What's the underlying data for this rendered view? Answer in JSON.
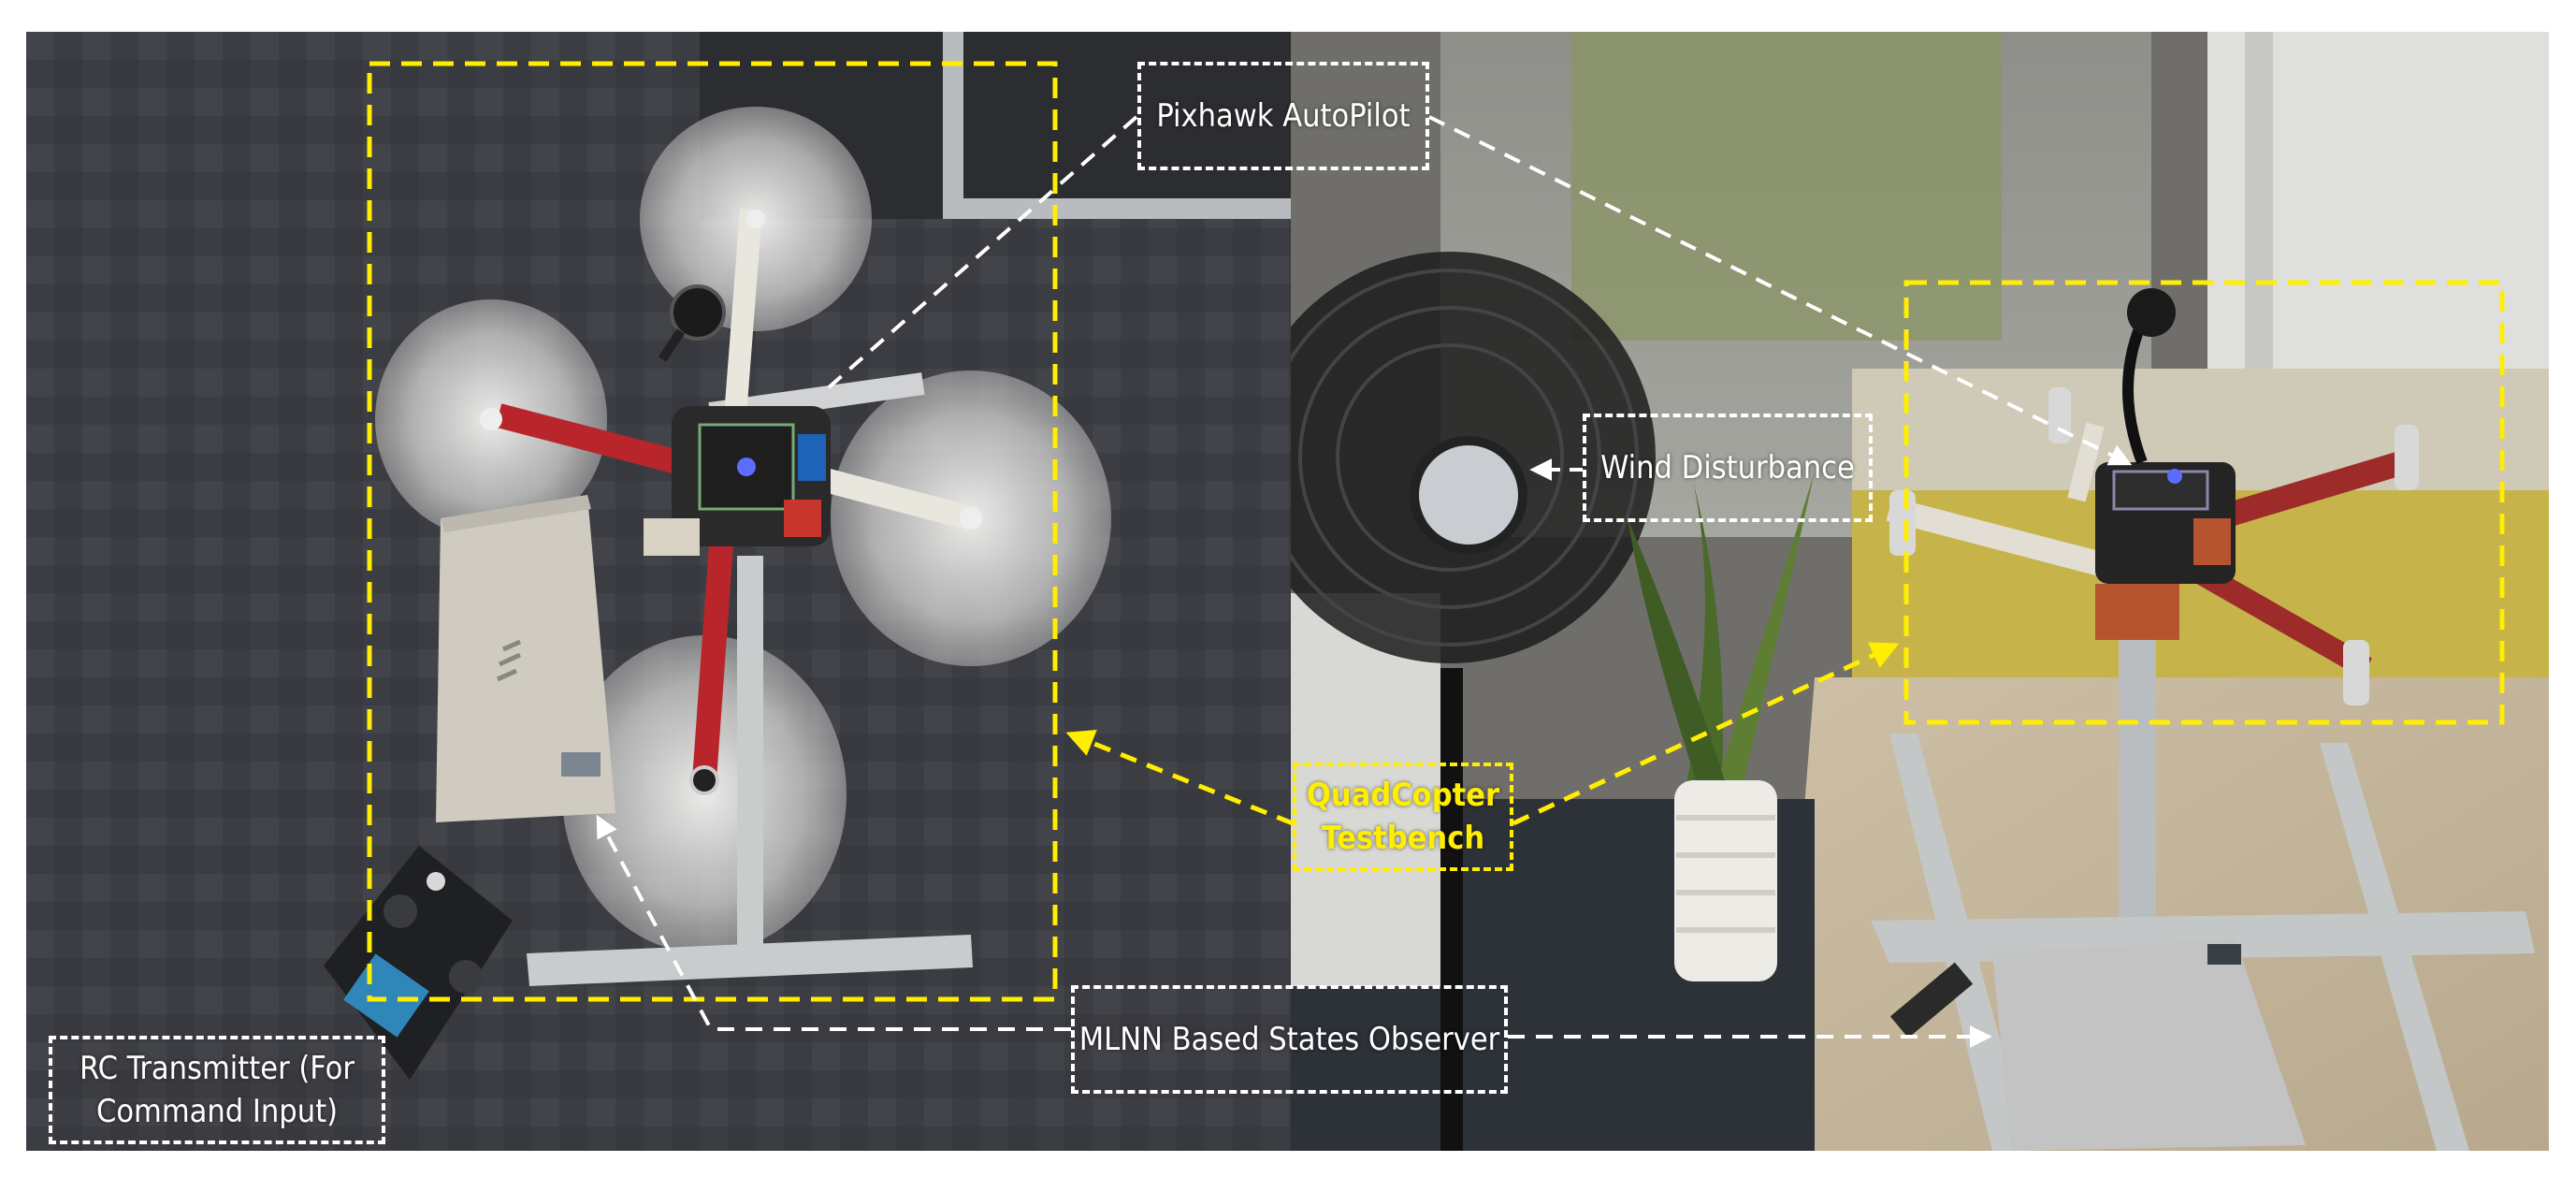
{
  "colors": {
    "annotation_yellow": "#ffee00",
    "annotation_white": "#ffffff",
    "carpet": "#3e3f44",
    "frame_red": "#b8262c",
    "aluminum": "#c9cccd",
    "laptop": "#cfcbc0"
  },
  "labels": {
    "pixhawk": "Pixhawk AutoPilot",
    "wind": "Wind Disturbance",
    "quadcopter_line1": "QuadCopter",
    "quadcopter_line2": "Testbench",
    "mlnn": "MLNN Based States Observer",
    "rc_line1": "RC Transmitter (For",
    "rc_line2": "Command Input)"
  },
  "icons": {
    "quadcopter": "quadcopter-drone",
    "fan": "electric-fan",
    "plant": "potted-plant",
    "laptop": "laptop",
    "rc_transmitter": "rc-transmitter"
  }
}
